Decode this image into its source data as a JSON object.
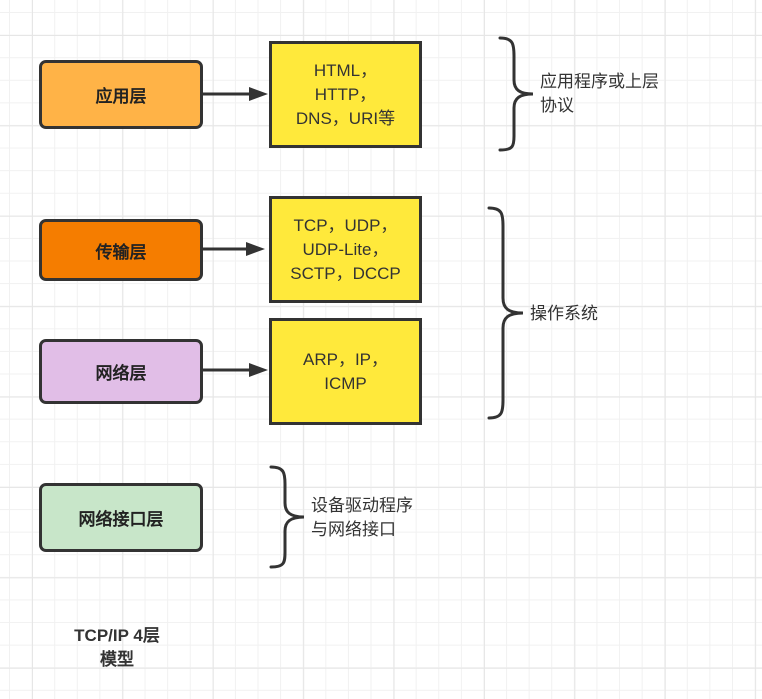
{
  "diagram": {
    "title_lines": [
      "TCP/IP 4层",
      "模型"
    ],
    "colors": {
      "application": "#FFB347",
      "transport": "#F57D00",
      "network": "#E1BEE7",
      "link": "#C8E6C9",
      "protocol_box": "#FFE93B",
      "stroke": "#333333"
    },
    "layers": [
      {
        "name": "应用层",
        "protocols": [
          "HTML，",
          "HTTP，",
          "DNS，URI等"
        ]
      },
      {
        "name": "传输层",
        "protocols": [
          "TCP，UDP，",
          "UDP-Lite，",
          "SCTP，DCCP"
        ]
      },
      {
        "name": "网络层",
        "protocols": [
          "ARP，IP，",
          "ICMP"
        ]
      },
      {
        "name": "网络接口层",
        "protocols": []
      }
    ],
    "braces": [
      {
        "label_lines": [
          "应用程序或上层",
          "协议"
        ],
        "covers": [
          "应用层"
        ]
      },
      {
        "label_lines": [
          "操作系统"
        ],
        "covers": [
          "传输层",
          "网络层"
        ]
      },
      {
        "label_lines": [
          "设备驱动程序",
          "与网络接口"
        ],
        "covers": [
          "网络接口层"
        ]
      }
    ]
  }
}
